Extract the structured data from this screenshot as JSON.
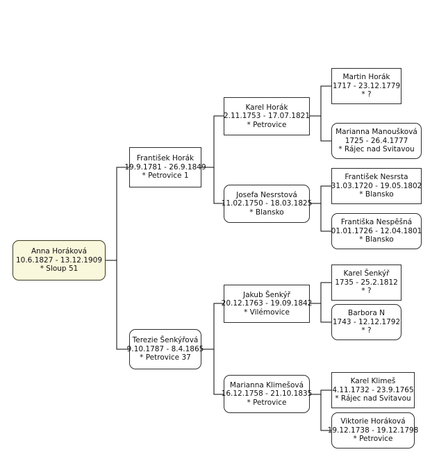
{
  "diagram": {
    "title": "Ancestor chart - Anna Horáková",
    "type": "genealogy-pedigree-tree",
    "generations": 4,
    "colors": {
      "root_fill": "#faf8dc",
      "node_fill": "#ffffff",
      "border": "#2b2b2b",
      "connector": "#000000",
      "background": "#ffffff"
    }
  },
  "nodes": {
    "anna": {
      "name": "Anna Horáková",
      "dates": "10.6.1827 - 13.12.1909",
      "place": "* Sloup 51",
      "sex": "female",
      "generation": 0
    },
    "frantisek_horak": {
      "name": "František Horák",
      "dates": "19.9.1781 - 26.9.1849",
      "place": "* Petrovice 1",
      "sex": "male",
      "generation": 1
    },
    "terezie_senkyrova": {
      "name": "Terezie Šenkýřová",
      "dates": "9.10.1787 - 8.4.1865",
      "place": "* Petrovice 37",
      "sex": "female",
      "generation": 1
    },
    "karel_horak": {
      "name": "Karel  Horák",
      "dates": "2.11.1753 - 17.07.1821",
      "place": "* Petrovice",
      "sex": "male",
      "generation": 2
    },
    "josefa_nesrstova": {
      "name": "Josefa Nesrstová",
      "dates": "11.02.1750 - 18.03.1825",
      "place": "* Blansko",
      "sex": "female",
      "generation": 2
    },
    "jakub_senkyr": {
      "name": "Jakub Šenkýř",
      "dates": "20.12.1763 - 19.09.1842",
      "place": "* Vilémovice",
      "sex": "male",
      "generation": 2
    },
    "marianna_klimesova": {
      "name": "Marianna Klimešová",
      "dates": "16.12.1758 - 21.10.1835",
      "place": "* Petrovice",
      "sex": "female",
      "generation": 2
    },
    "martin_horak": {
      "name": "Martin Horák",
      "dates": "1717 - 23.12.1779",
      "place": "* ?",
      "sex": "male",
      "generation": 3
    },
    "marianna_manouskova": {
      "name": "Marianna Manoušková",
      "dates": "1725 - 26.4.1777",
      "place": "* Rájec nad Svitavou",
      "sex": "female",
      "generation": 3
    },
    "frantisek_nesrsta": {
      "name": "František Nesrsta",
      "dates": "31.03.1720 - 19.05.1802",
      "place": "* Blansko",
      "sex": "male",
      "generation": 3
    },
    "frantiska_nespesna": {
      "name": "Františka Nespěšná",
      "dates": "01.01.1726 - 12.04.1801",
      "place": "* Blansko",
      "sex": "female",
      "generation": 3
    },
    "karel_senkyr": {
      "name": "Karel Šenkýř",
      "dates": "1735 - 25.2.1812",
      "place": "* ?",
      "sex": "male",
      "generation": 3
    },
    "barbora_n": {
      "name": "Barbora N",
      "dates": "1743 - 12.12.1792",
      "place": "* ?",
      "sex": "female",
      "generation": 3
    },
    "karel_klimes": {
      "name": "Karel Klimeš",
      "dates": "4.11.1732 - 23.9.1765",
      "place": "* Rájec nad Svitavou",
      "sex": "male",
      "generation": 3
    },
    "viktorie_horakova": {
      "name": "Viktorie Horáková",
      "dates": "19.12.1738 - 19.12.1798",
      "place": "* Petrovice",
      "sex": "female",
      "generation": 3
    }
  }
}
